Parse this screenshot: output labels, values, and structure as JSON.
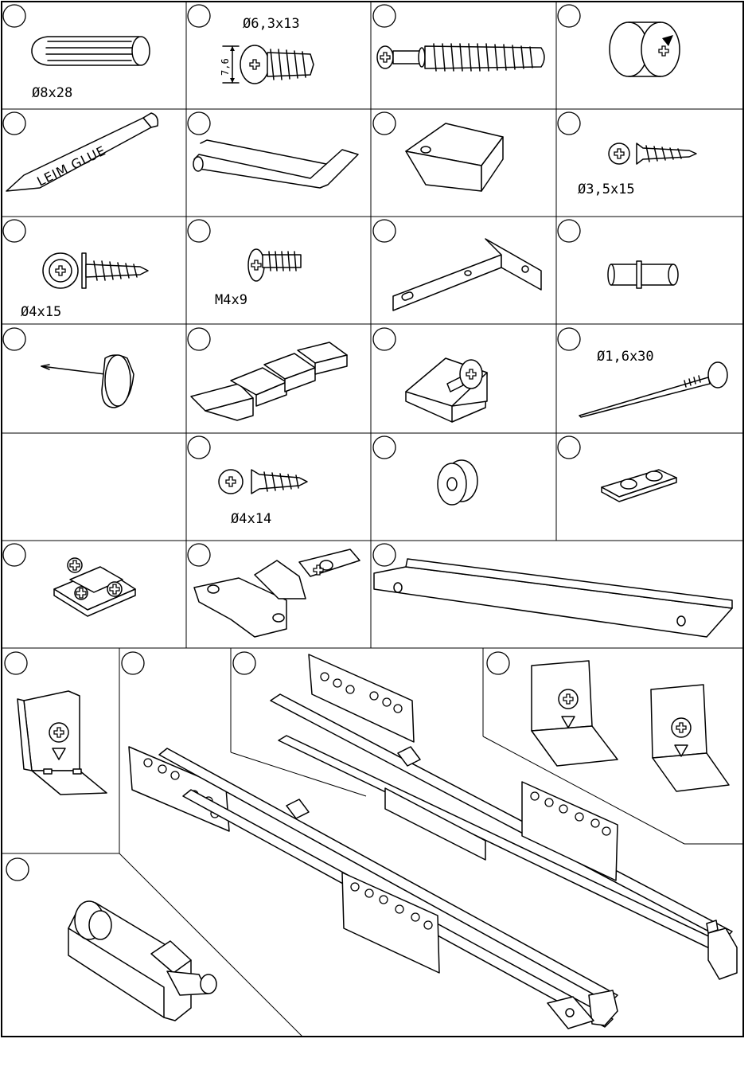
{
  "sheet": {
    "title": "",
    "parts": [
      {
        "id": "dowel-plug",
        "label": "Ø8x28"
      },
      {
        "id": "euro-screw",
        "label": "Ø6,3x13",
        "dimension": "7,6"
      },
      {
        "id": "cam-bolt",
        "label": ""
      },
      {
        "id": "cam-lock",
        "label": ""
      },
      {
        "id": "glue-tube",
        "label": "",
        "printed_text": "LEIM GLUE"
      },
      {
        "id": "hex-key",
        "label": ""
      },
      {
        "id": "wood-block",
        "label": ""
      },
      {
        "id": "countersunk-screw-small",
        "label": "Ø3,5x15"
      },
      {
        "id": "washer-head-screw",
        "label": "Ø4x15"
      },
      {
        "id": "machine-screw",
        "label": "M4x9"
      },
      {
        "id": "angle-bracket",
        "label": ""
      },
      {
        "id": "shelf-support-pin",
        "label": ""
      },
      {
        "id": "felt-pin",
        "label": ""
      },
      {
        "id": "wedge-shims",
        "label": ""
      },
      {
        "id": "corner-block-screw",
        "label": ""
      },
      {
        "id": "nail",
        "label": "Ø1,6x30"
      },
      {
        "id": "empty-cell",
        "label": ""
      },
      {
        "id": "countersunk-screw",
        "label": "Ø4x14"
      },
      {
        "id": "bumper-cap",
        "label": ""
      },
      {
        "id": "adhesive-pad",
        "label": ""
      },
      {
        "id": "hinge-mounting-plate",
        "label": ""
      },
      {
        "id": "cabinet-hinge",
        "label": ""
      },
      {
        "id": "hanging-rail",
        "label": ""
      },
      {
        "id": "drawer-clip-single",
        "label": ""
      },
      {
        "id": "drawer-runners",
        "label": ""
      },
      {
        "id": "drawer-clip-pair",
        "label": ""
      },
      {
        "id": "push-latch",
        "label": ""
      }
    ]
  }
}
